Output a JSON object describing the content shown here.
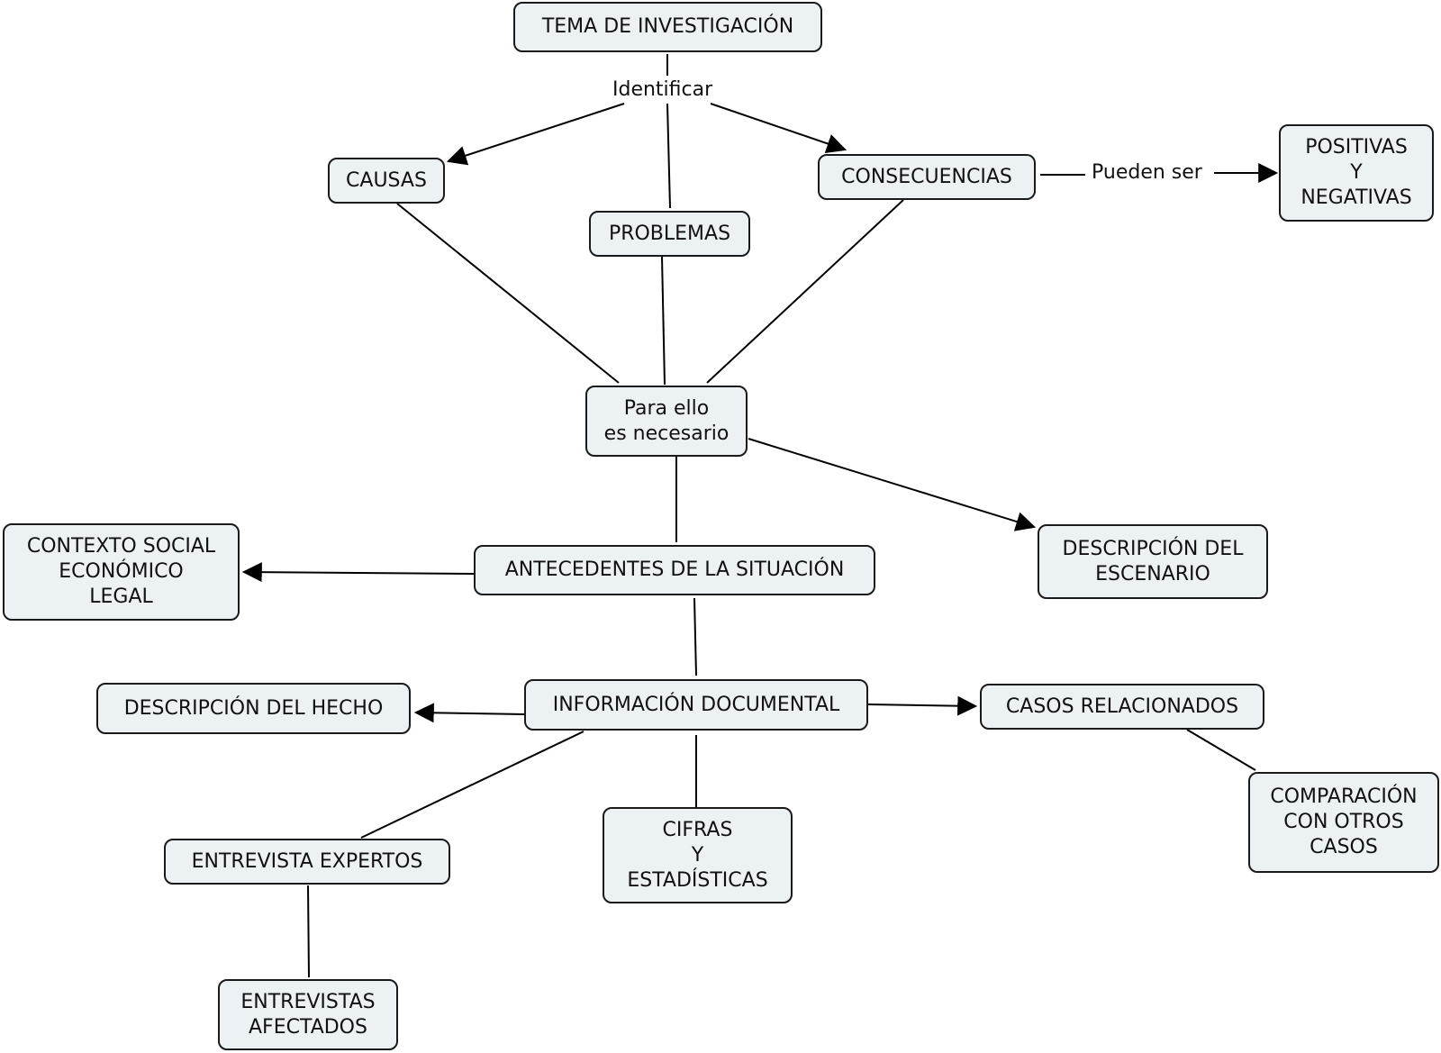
{
  "nodes": {
    "tema": "TEMA DE INVESTIGACIÓN",
    "causas": "CAUSAS",
    "problemas": "PROBLEMAS",
    "consecuencias": "CONSECUENCIAS",
    "positivas": "POSITIVAS\nY\nNEGATIVAS",
    "para_ello": "Para ello\nes necesario",
    "contexto": "CONTEXTO SOCIAL\nECONÓMICO\nLEGAL",
    "antecedentes": "ANTECEDENTES DE LA SITUACIÓN",
    "descripcion_escenario": "DESCRIPCIÓN DEL\nESCENARIO",
    "descripcion_hecho": "DESCRIPCIÓN DEL HECHO",
    "informacion": "INFORMACIÓN DOCUMENTAL",
    "casos": "CASOS RELACIONADOS",
    "comparacion": "COMPARACIÓN\nCON OTROS\nCASOS",
    "entrevista_expertos": "ENTREVISTA EXPERTOS",
    "cifras": "CIFRAS\nY\nESTADÍSTICAS",
    "entrevistas_afectados": "ENTREVISTAS\nAFECTADOS"
  },
  "link_labels": {
    "identificar": "Identificar",
    "pueden_ser": "Pueden ser"
  }
}
